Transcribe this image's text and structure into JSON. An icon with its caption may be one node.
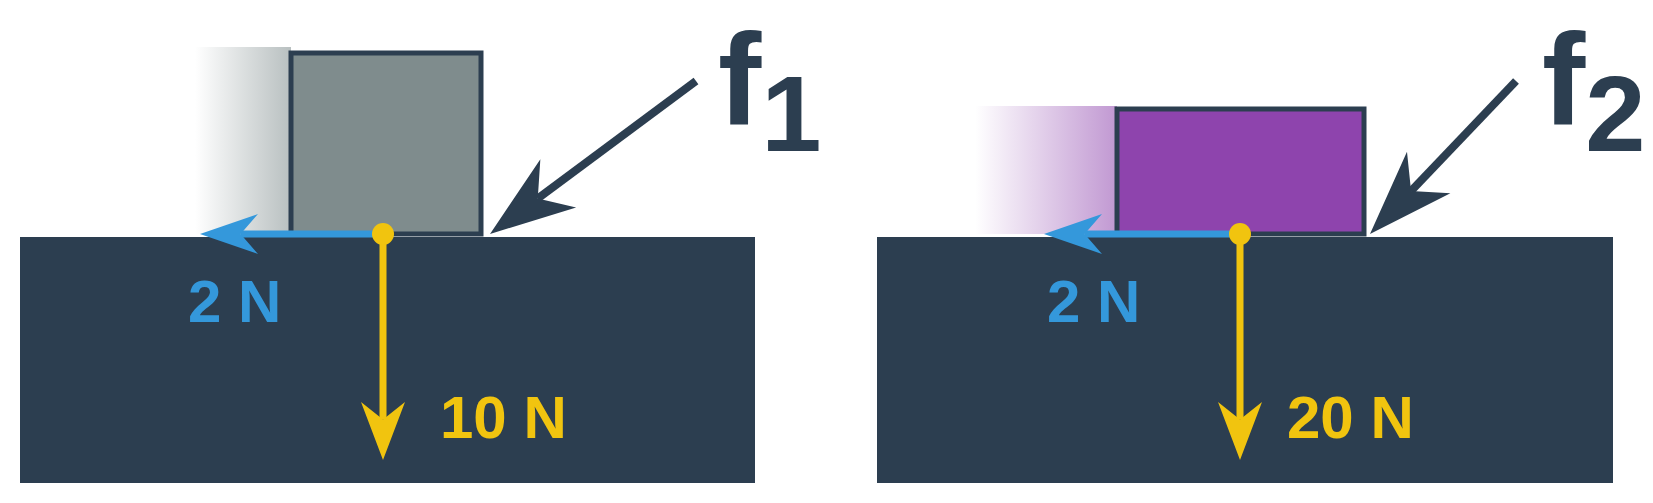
{
  "diagram": {
    "labels": [
      "f$_{1}$",
      "2 N",
      "10 N",
      "f$_{2}$",
      "2 N",
      "20 N"
    ]
  }
}
